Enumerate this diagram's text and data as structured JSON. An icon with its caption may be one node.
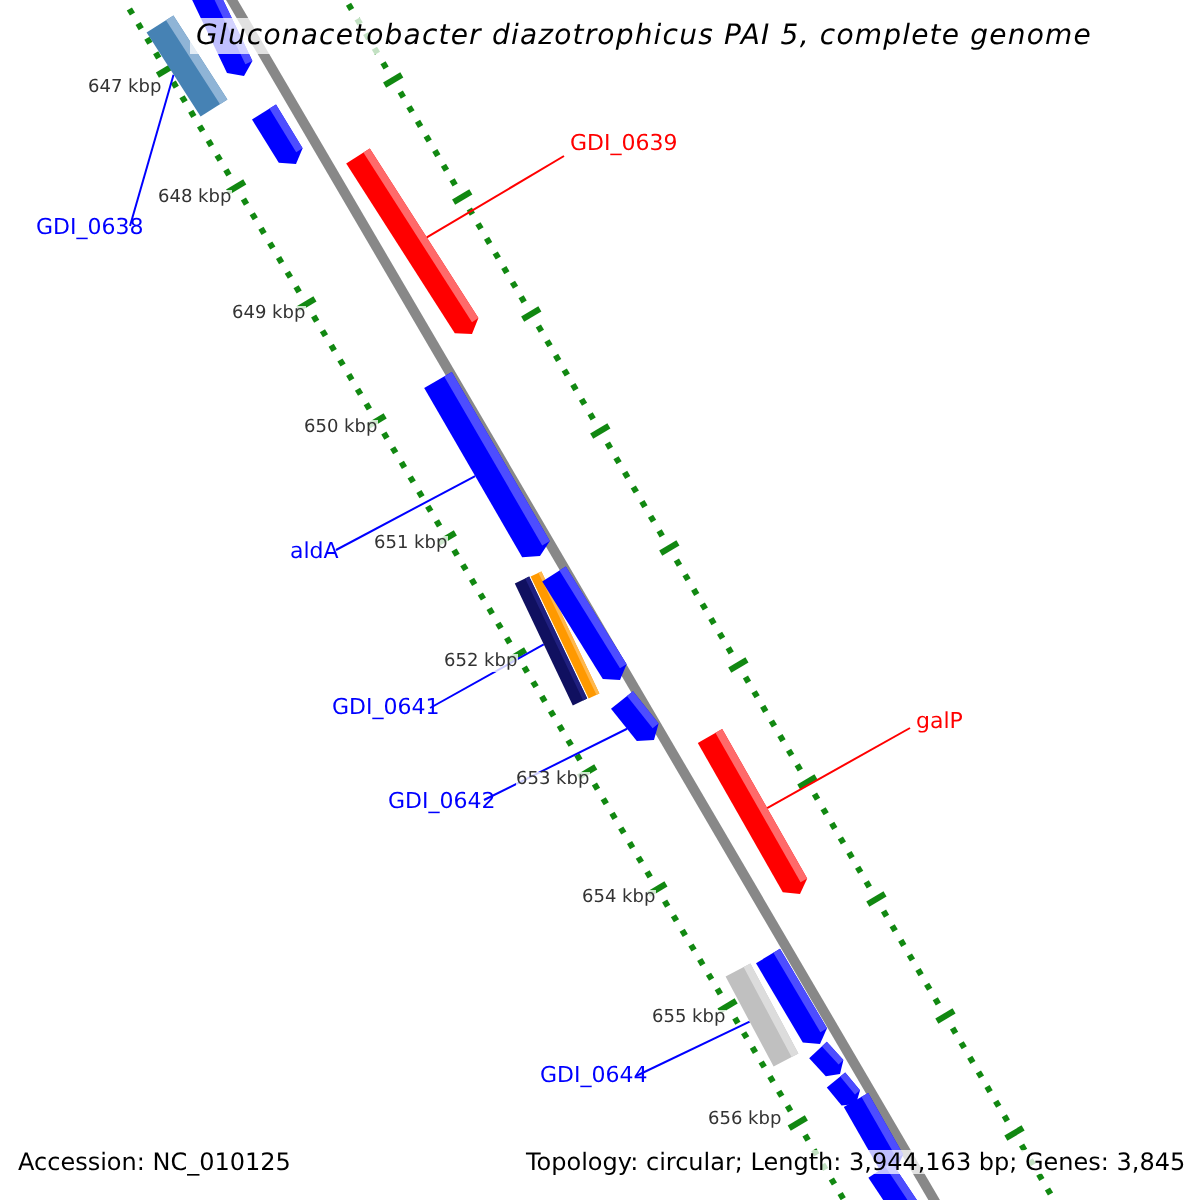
{
  "diagram": {
    "title": "Gluconacetobacter diazotrophicus PAI 5, complete genome",
    "nodes": [
      {
        "text": [
          "GDI_0638"
        ]
      },
      {
        "text": [],
        "shape": "box"
      },
      {
        "text": [
          "GDI_0639"
        ]
      },
      {
        "text": [],
        "shape": "bar"
      },
      {
        "text": [
          "aldA"
        ]
      },
      {
        "text": [],
        "shape": "bar"
      },
      {
        "text": [
          "GDI_0641"
        ]
      },
      {
        "text": [],
        "shape": "box"
      },
      {
        "text": [
          "GDI_0642"
        ]
      },
      {
        "text": [],
        "shape": "bar"
      },
      {
        "text": [
          "galP"
        ]
      },
      {
        "text": [],
        "shape": "bar"
      },
      {
        "text": [
          "GDI_0644"
        ]
      },
      {
        "text": [],
        "shape": "box"
      },
      {
        "text": [],
        "shape": "bar"
      },
      {
        "text": [],
        "shape": "bar"
      },
      {
        "text": [],
        "shape": "bar"
      },
      {
        "text": [],
        "shape": "bar"
      },
      {
        "text": [],
        "shape": "bar"
      },
      {
        "text": [],
        "shape": "bar"
      },
      {
        "text": [],
        "shape": "bar"
      },
      {
        "text": [],
        "shape": "bar"
      }
    ],
    "edges": [
      {
        "from": 0,
        "to": 1,
        "arrow": "none"
      },
      {
        "from": 2,
        "to": 3,
        "arrow": "none",
        "color": "#ff0000"
      },
      {
        "from": 4,
        "to": 5,
        "arrow": "none"
      },
      {
        "from": 6,
        "to": 7,
        "arrow": "none"
      },
      {
        "from": 8,
        "to": 9,
        "arrow": "none"
      },
      {
        "from": 10,
        "to": 11,
        "arrow": "none",
        "color": "#ff0000"
      },
      {
        "from": 12,
        "to": 13,
        "arrow": "none"
      }
    ],
    "labels": [
      "647 kbp",
      "648 kbp",
      "649 kbp",
      "650 kbp",
      "651 kbp",
      "652 kbp",
      "653 kbp",
      "654 kbp",
      "655 kbp",
      "656 kbp",
      "Accession: NC_010125",
      "Topology: circular; Length: 3,944,163 bp; Genes: 3,845"
    ]
  }
}
